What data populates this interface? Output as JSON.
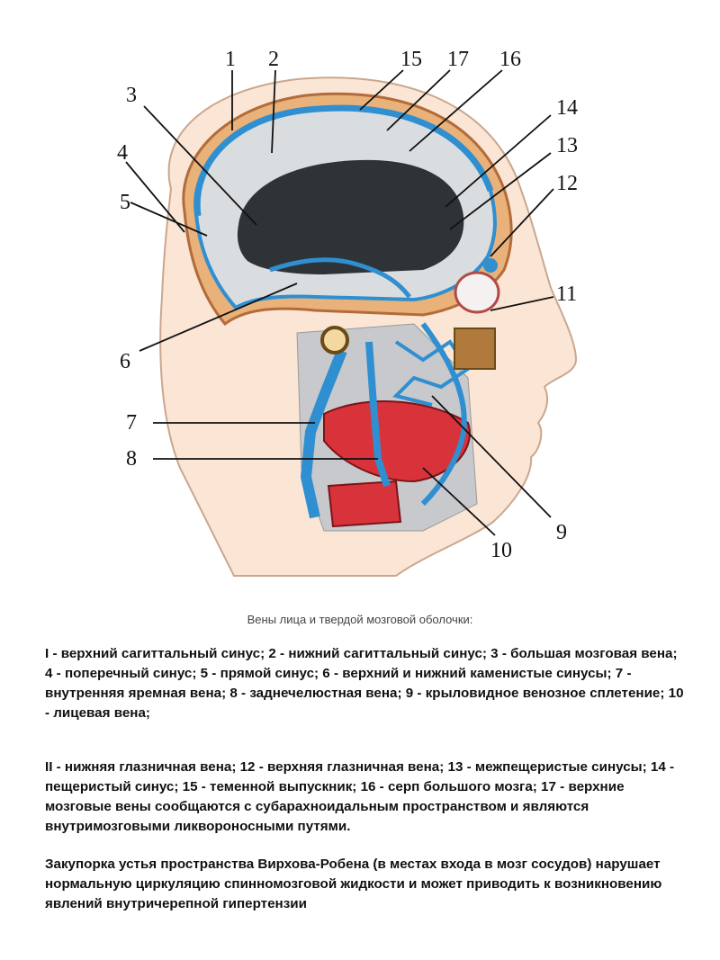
{
  "figure": {
    "labels": [
      "1",
      "2",
      "3",
      "4",
      "5",
      "6",
      "7",
      "8",
      "9",
      "10",
      "11",
      "12",
      "13",
      "14",
      "15",
      "16",
      "17"
    ]
  },
  "caption": "Вены лица и твердой мозговой оболочки:",
  "legend": {
    "paragraph_1": "I - верхний сагиттальный синус; 2 - нижний сагиттальный синус; 3 - большая мозговая вена; 4 - поперечный синус; 5 - прямой синус; 6 - верхний и нижний каменистые синусы; 7 - внутренняя яремная вена; 8 - заднечелюстная вена; 9 - крыловидное венозное сплетение; 10 - лицевая вена;",
    "paragraph_2": "II - нижняя глазничная вена; 12 - верхняя глазничная вена; 13 - межпещеристые синусы; 14 - пещеристый синус; 15 - теменной выпускник; 16 - серп большого мозга; 17 - верхние мозговые вены сообщаются с субарахноидальным пространством и являются внутримозговыми ликвороносными путями.",
    "paragraph_3": "Закупорка устья пространства Вирхова-Робена (в местах входа в мозг сосудов) нарушает нормальную циркуляцию спинномозговой жидкости и может приводить к возникновению явлений внутричерепной гипертензии"
  },
  "colors": {
    "skin": "#fbe6d6",
    "dura": "#e8b27a",
    "falx": "#d9dde0",
    "brain_cavity": "#2e3338",
    "vein": "#2f8fd0",
    "muscle": "#d8323a"
  }
}
